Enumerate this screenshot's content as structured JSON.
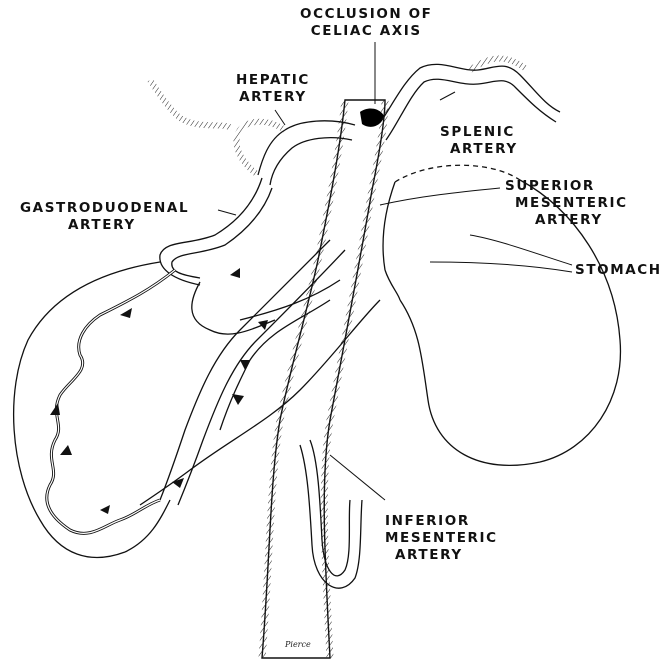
{
  "labels": {
    "occlusion_line1": "OCCLUSION OF",
    "occlusion_line2": "CELIAC AXIS",
    "hepatic_line1": "HEPATIC",
    "hepatic_line2": "ARTERY",
    "splenic_line1": "SPLENIC",
    "splenic_line2": "ARTERY",
    "gastroduodenal_line1": "GASTRODUODENAL",
    "gastroduodenal_line2": "ARTERY",
    "superior_line1": "SUPERIOR",
    "superior_line2": "MESENTERIC",
    "superior_line3": "ARTERY",
    "stomach": "STOMACH",
    "inferior_line1": "INFERIOR",
    "inferior_line2": "MESENTERIC",
    "inferior_line3": "ARTERY"
  },
  "signature": "Pierce",
  "colors": {
    "ink": "#111111",
    "paper": "#ffffff",
    "occlusion": "#000000"
  }
}
